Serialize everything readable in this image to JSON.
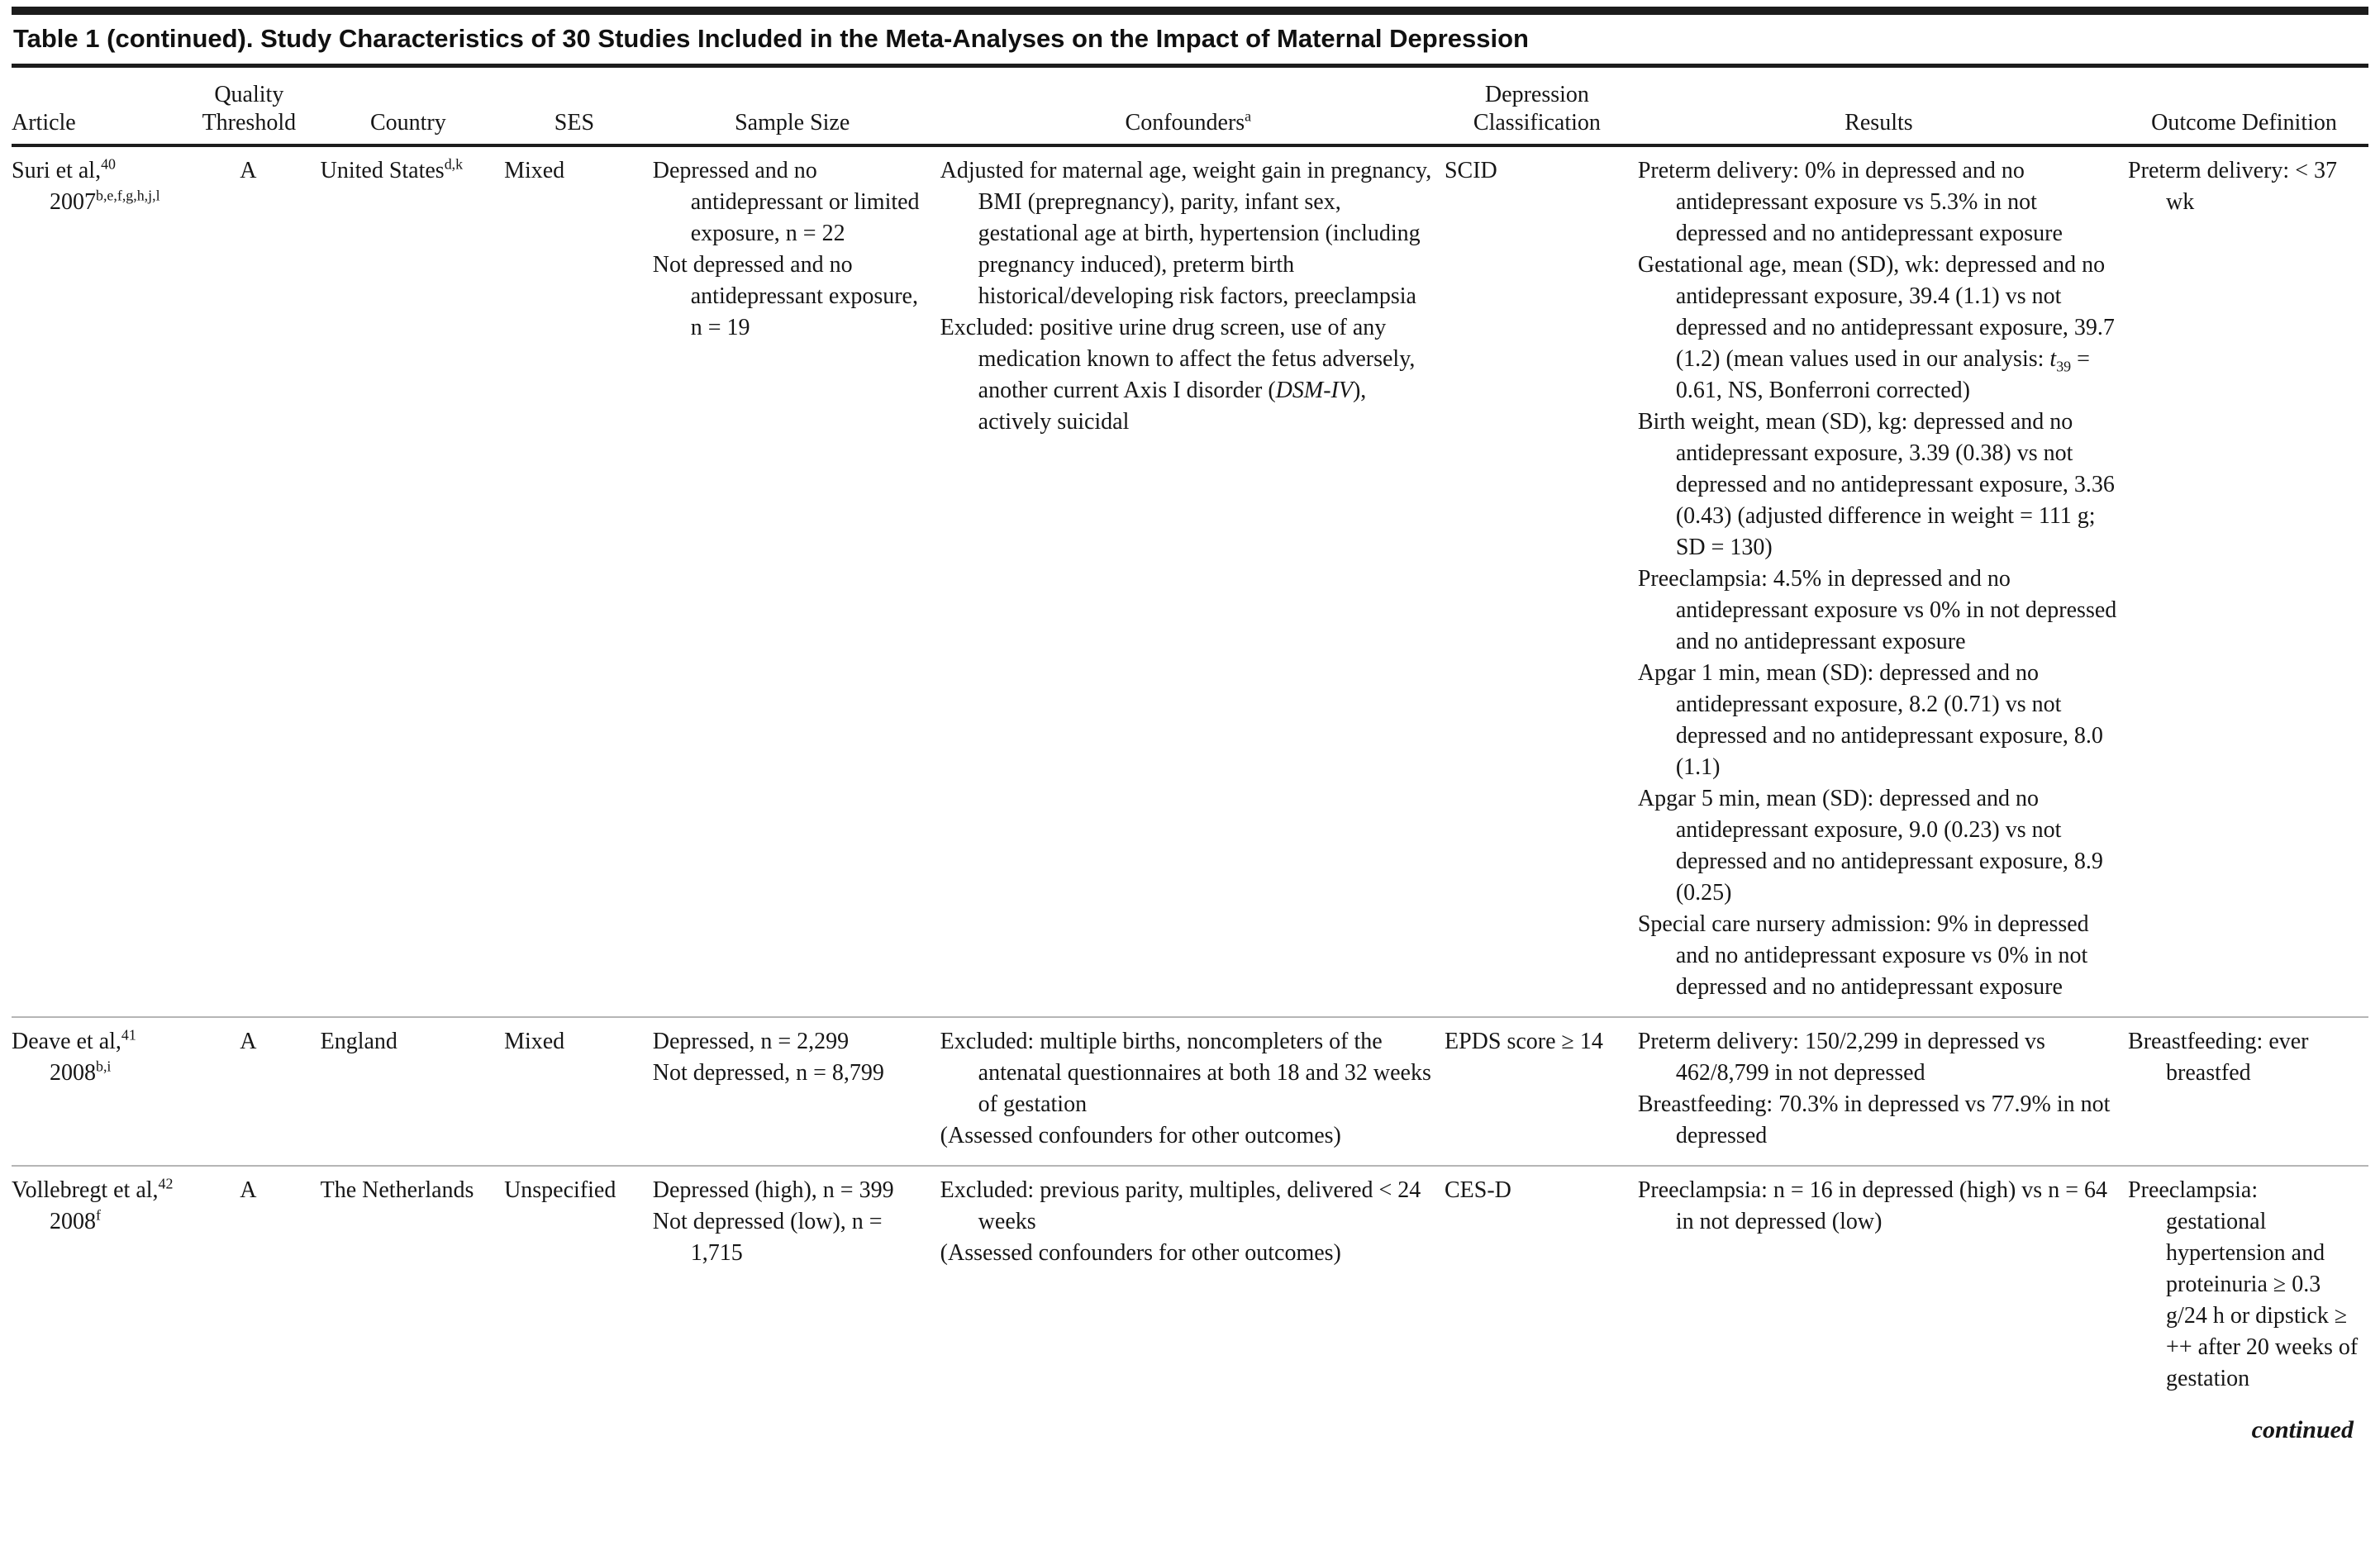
{
  "title": "Table 1 (continued). Study Characteristics of 30 Studies Included in the Meta-Analyses on the Impact of Maternal Depression",
  "continued_marker": "continued",
  "columns": {
    "article": "Article",
    "quality": "Quality Threshold",
    "country": "Country",
    "ses": "SES",
    "sample_size": "Sample Size",
    "confounders": "Confounders^{a}",
    "classification": "Depression Classification",
    "results": "Results",
    "outcome": "Outcome Definition"
  },
  "rows": [
    {
      "article": [
        "Suri et al,^{40} 2007^{b,e,f,g,h,j,l}"
      ],
      "quality": "A",
      "country": [
        "United States^{d,k}"
      ],
      "ses": [
        "Mixed"
      ],
      "sample_size": [
        "Depressed and no antidepressant or limited exposure, n = 22",
        "Not depressed and no antidepressant exposure, n = 19"
      ],
      "confounders": [
        "Adjusted for maternal age, weight gain in pregnancy, BMI (prepregnancy), parity, infant sex, gestational age at birth, hypertension (including pregnancy induced), preterm birth historical/developing risk factors, preeclampsia",
        "Excluded: positive urine drug screen, use of any medication known to affect the fetus adversely, another current Axis I disorder (*DSM-IV*), actively suicidal"
      ],
      "classification": [
        "SCID"
      ],
      "results": [
        "Preterm delivery: 0% in depressed and no antidepressant exposure vs 5.3% in not depressed and no antidepressant exposure",
        "Gestational age, mean (SD), wk: depressed and no antidepressant exposure, 39.4 (1.1) vs not depressed and no antidepressant exposure, 39.7 (1.2) (mean values used in our analysis: *t*~{39} = 0.61, NS, Bonferroni corrected)",
        "Birth weight, mean (SD), kg: depressed and no antidepressant exposure, 3.39 (0.38) vs not depressed and no antidepressant exposure, 3.36 (0.43) (adjusted difference in weight = 111 g; SD = 130)",
        "Preeclampsia: 4.5% in depressed and no antidepressant exposure vs 0% in not depressed and no antidepressant exposure",
        "Apgar 1 min, mean (SD): depressed and no antidepressant exposure, 8.2 (0.71) vs not depressed and no antidepressant exposure, 8.0 (1.1)",
        "Apgar 5 min, mean (SD): depressed and no antidepressant exposure, 9.0 (0.23) vs not depressed and no antidepressant exposure, 8.9 (0.25)",
        "Special care nursery admission: 9% in depressed and no antidepressant exposure vs 0% in not depressed and no antidepressant exposure"
      ],
      "outcome": [
        "Preterm delivery: < 37 wk"
      ]
    },
    {
      "article": [
        "Deave et al,^{41} 2008^{b,i}"
      ],
      "quality": "A",
      "country": [
        "England"
      ],
      "ses": [
        "Mixed"
      ],
      "sample_size": [
        "Depressed, n = 2,299",
        "Not depressed, n = 8,799"
      ],
      "confounders": [
        "Excluded: multiple births, noncompleters of the antenatal questionnaires at both 18 and 32 weeks of gestation",
        "(Assessed confounders for other outcomes)"
      ],
      "classification": [
        "EPDS score ≥ 14"
      ],
      "results": [
        "Preterm delivery: 150/2,299 in depressed vs 462/8,799 in not depressed",
        "Breastfeeding: 70.3% in depressed vs 77.9% in not depressed"
      ],
      "outcome": [
        "Breastfeeding: ever breastfed"
      ]
    },
    {
      "article": [
        "Vollebregt et al,^{42} 2008^{f}"
      ],
      "quality": "A",
      "country": [
        "The Netherlands"
      ],
      "ses": [
        "Unspecified"
      ],
      "sample_size": [
        "Depressed (high), n = 399",
        "Not depressed (low), n = 1,715"
      ],
      "confounders": [
        "Excluded: previous parity, multiples, delivered < 24 weeks",
        "(Assessed confounders for other outcomes)"
      ],
      "classification": [
        "CES-D"
      ],
      "results": [
        "Preeclampsia: n = 16 in depressed (high) vs n = 64 in not depressed (low)"
      ],
      "outcome": [
        "Preeclampsia: gestational hypertension and proteinuria ≥ 0.3 g/24 h or dipstick ≥ ++ after 20 weeks of gestation"
      ]
    }
  ]
}
